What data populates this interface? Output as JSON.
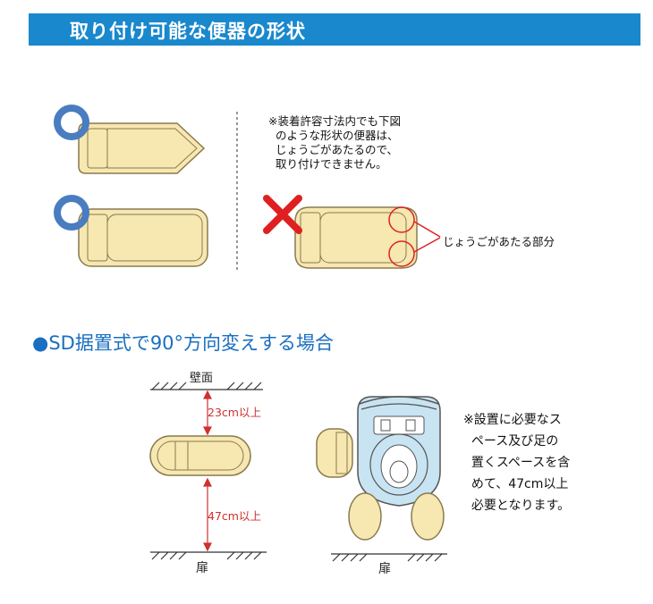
{
  "header": {
    "title": "取り付け可能な便器の形状"
  },
  "note_incompatible": "※装着許容寸法内でも下図\n  のような形状の便器は、\n  じょうごがあたるので、\n  取り付けできません。",
  "callout_label": "じょうごがあたる部分",
  "section_title": "●SD据置式で90°方向変えする場合",
  "wall_label": "壁面",
  "distance_top": "23cm以上",
  "distance_bottom": "47cm以上",
  "door_label_left": "扉",
  "door_label_right": "扉",
  "note_space": "※設置に必要なス\n  ペース及び足の\n  置くスペースを含\n  めて、47cm以上\n  必要となります。",
  "colors": {
    "header_bg": "#1a88cc",
    "section_title": "#1a6fc0",
    "ok_ring": "#4a7cc0",
    "ng_cross": "#e02020",
    "toilet_fill": "#f7e7b0",
    "toilet_stroke": "#8a7a50",
    "seat_fill": "#c8e4f2",
    "dimension_text": "#d03030"
  }
}
